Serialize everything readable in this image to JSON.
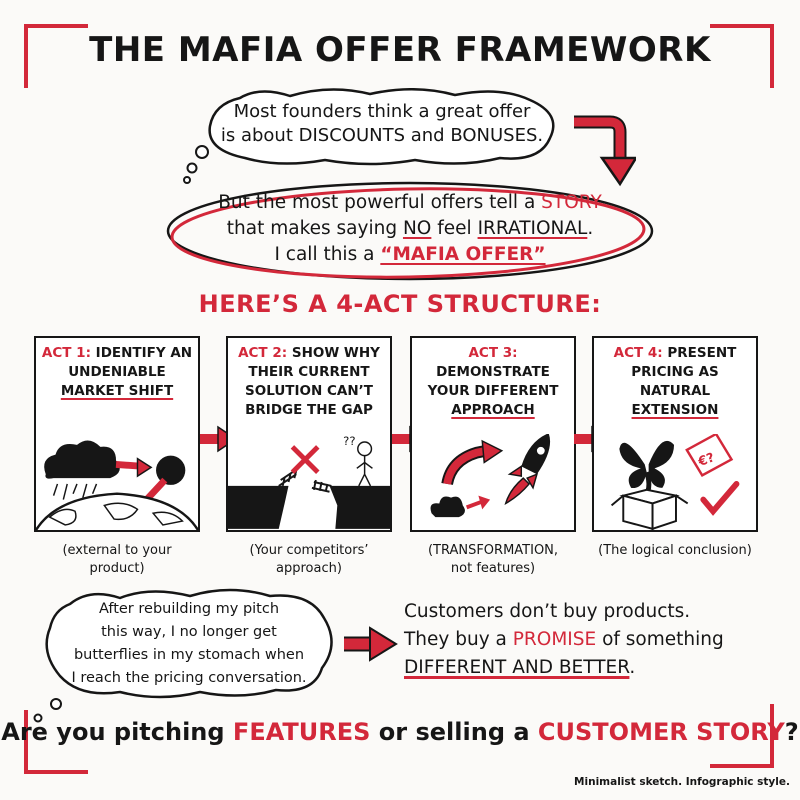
{
  "title": "THE MAFIA OFFER FRAMEWORK",
  "intro": {
    "line1": "Most founders think a great offer",
    "line2_pre": "is about ",
    "line2_kw1": "DISCOUNTS",
    "line2_mid": " and ",
    "line2_kw2": "BONUSES",
    "line2_end": "."
  },
  "story": {
    "line1_pre": "But the most powerful offers tell a ",
    "line1_kw": "STORY",
    "line2_pre": "that makes saying ",
    "line2_kw1": "NO",
    "line2_mid": " feel ",
    "line2_kw2": "IRRATIONAL",
    "line2_end": ".",
    "line3_pre": "I call this a ",
    "line3_kw": "“MAFIA OFFER”"
  },
  "structure_heading": "HERE’S A 4-ACT STRUCTURE:",
  "acts": [
    {
      "label": "ACT 1:",
      "line1": " IDENTIFY AN",
      "line2": "UNDENIABLE",
      "line3": "MARKET SHIFT",
      "caption1": "(external to your",
      "caption2": "product)"
    },
    {
      "label": "ACT 2:",
      "line1": " SHOW WHY",
      "line2": "THEIR CURRENT",
      "line3": "SOLUTION CAN’T",
      "line4": "BRIDGE THE GAP",
      "caption1": "(Your competitors’",
      "caption2": "approach)"
    },
    {
      "label": "ACT 3:",
      "line1": " DEMONSTRATE",
      "line2": "YOUR DIFFERENT",
      "line3": "APPROACH",
      "caption1": "(TRANSFORMATION,",
      "caption2": "not features)"
    },
    {
      "label": "ACT 4:",
      "line1": " PRESENT",
      "line2": "PRICING AS NATURAL",
      "line3": "EXTENSION",
      "caption1": "(The logical conclusion)"
    }
  ],
  "price_tag": "€?",
  "question_marks": "??",
  "reflection": {
    "line1": "After rebuilding my pitch",
    "line2": "this way, I no longer get",
    "line3": "butterflies in my stomach when",
    "line4": "I reach the pricing conversation."
  },
  "promise": {
    "line1": "Customers don’t buy products.",
    "line2_pre": "They buy a ",
    "line2_kw": "PROMISE",
    "line2_end": " of something",
    "line3": "DIFFERENT AND BETTER",
    "line3_end": "."
  },
  "question": {
    "pre": "Are you pitching ",
    "kw1": "FEATURES",
    "mid": " or selling a ",
    "kw2": "CUSTOMER STORY",
    "end": "?"
  },
  "footer": "Minimalist sketch. Infographic style.",
  "colors": {
    "accent": "#d3283a",
    "ink": "#161616",
    "paper": "#fbfaf8"
  }
}
